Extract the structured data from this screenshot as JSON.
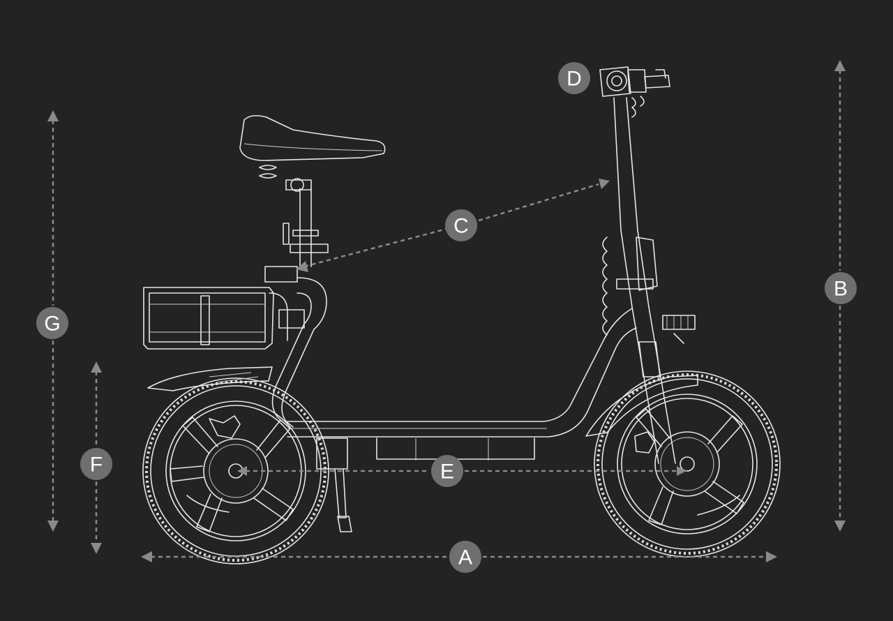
{
  "labels": {
    "A": "A",
    "B": "B",
    "C": "C",
    "D": "D",
    "E": "E",
    "F": "F",
    "G": "G"
  },
  "colors": {
    "background": "#232323",
    "dimension_line": "#8a8a8a",
    "badge_fill": "#6f6f6f",
    "badge_text": "#ffffff",
    "line_art": "#e6e6e6"
  }
}
